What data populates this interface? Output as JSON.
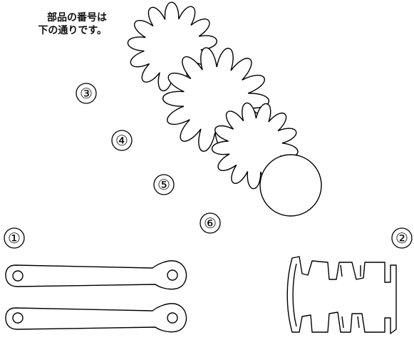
{
  "caption": {
    "line1": "部品の番号は",
    "line2": "下の通りです。"
  },
  "parts": [
    {
      "number": "①",
      "name": "link bar"
    },
    {
      "number": "②",
      "name": "comb bracket"
    },
    {
      "number": "③",
      "name": "gear"
    },
    {
      "number": "④",
      "name": "gear"
    },
    {
      "number": "⑤",
      "name": "gear"
    },
    {
      "number": "⑥",
      "name": "disc"
    }
  ],
  "colors": {
    "line": "#000000",
    "fill": "#ffffff"
  }
}
